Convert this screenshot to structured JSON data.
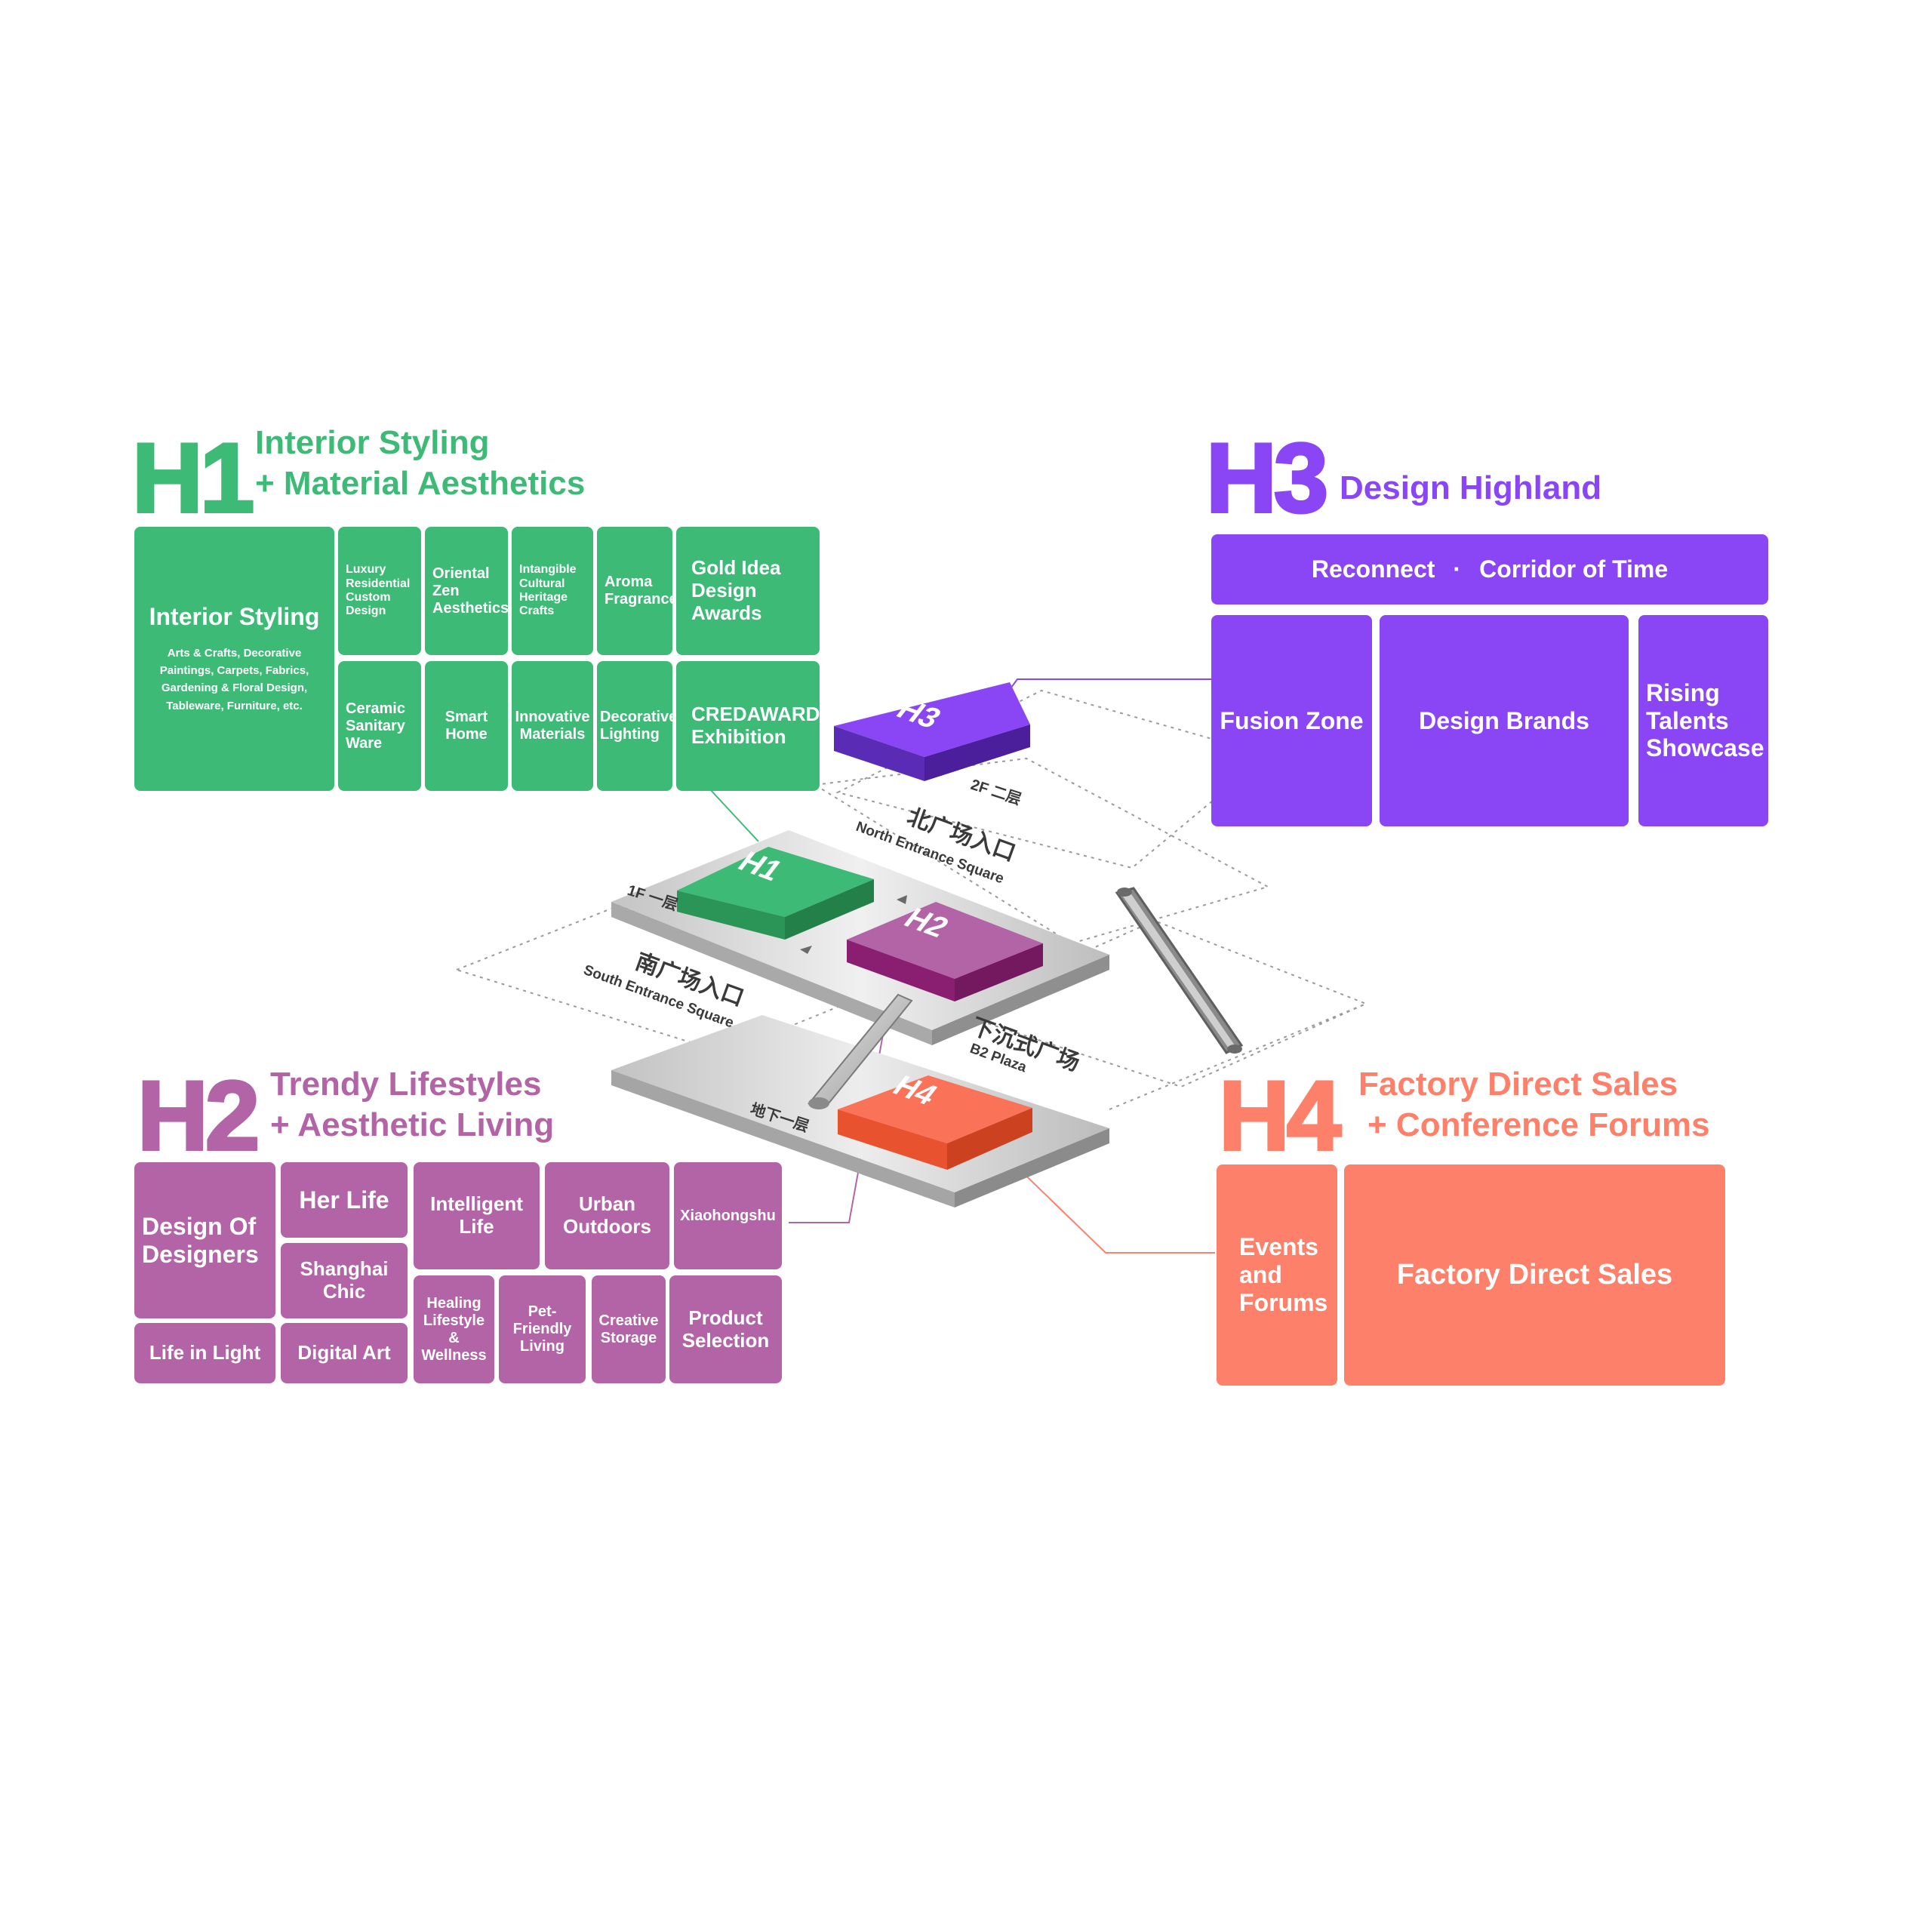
{
  "colors": {
    "h1": "#3dbb76",
    "h2": "#b364a6",
    "h3": "#8a45f5",
    "h4": "#fd816a",
    "h2_floor": "#8a1f72",
    "h4_block": "#f15a2a"
  },
  "h1": {
    "id": "H1",
    "title_line1": "Interior Styling",
    "title_line2": "+ Material Aesthetics",
    "tiles": {
      "interior_styling": "Interior Styling",
      "interior_desc": "Arts & Crafts, Decorative Paintings, Carpets, Fabrics, Gardening & Floral Design, Tableware, Furniture, etc.",
      "luxury": "Luxury Residential Custom Design",
      "oriental": "Oriental Zen Aesthetics",
      "intangible": "Intangible Cultural Heritage Crafts",
      "aroma": "Aroma Fragrance",
      "gold_idea": "Gold Idea Design Awards",
      "ceramic": "Ceramic Sanitary Ware",
      "smart_home": "Smart Home",
      "innovative": "Innovative Materials",
      "decorative": "Decorative Lighting",
      "credaward": "CREDAWARD Exhibition"
    }
  },
  "h2": {
    "id": "H2",
    "title_line1": "Trendy Lifestyles",
    "title_line2": "+ Aesthetic Living",
    "tiles": {
      "design_of_designers": "Design Of Designers",
      "her_life": "Her Life",
      "intelligent_life": "Intelligent Life",
      "urban_outdoors": "Urban Outdoors",
      "xiaohongshu": "Xiaohongshu",
      "shanghai_chic": "Shanghai Chic",
      "life_in_light": "Life in Light",
      "digital_art": "Digital Art",
      "healing": "Healing Lifestyle & Wellness",
      "pet_friendly": "Pet-Friendly Living",
      "creative_storage": "Creative Storage",
      "product_selection": "Product Selection"
    }
  },
  "h3": {
    "id": "H3",
    "title": "Design Highland",
    "tiles": {
      "reconnect": "Reconnect",
      "dot": "·",
      "corridor": "Corridor of Time",
      "fusion_zone": "Fusion Zone",
      "design_brands": "Design Brands",
      "rising_talents": "Rising Talents Showcase"
    }
  },
  "h4": {
    "id": "H4",
    "title_line1": "Factory Direct Sales",
    "title_line2": "+ Conference Forums",
    "tiles": {
      "events_forums": "Events and Forums",
      "factory_direct": "Factory Direct Sales"
    }
  },
  "map": {
    "block_h1": "H1",
    "block_h2": "H2",
    "block_h3": "H3",
    "block_h4": "H4",
    "floor_2f": "2F 二层",
    "floor_1f": "1F 一层",
    "floor_b1": "地下一层",
    "north_cn": "北广场入口",
    "north_en": "North Entrance Square",
    "south_cn": "南广场入口",
    "south_en": "South Entrance Square",
    "b2_cn": "下沉式广场",
    "b2_en": "B2 Plaza"
  }
}
